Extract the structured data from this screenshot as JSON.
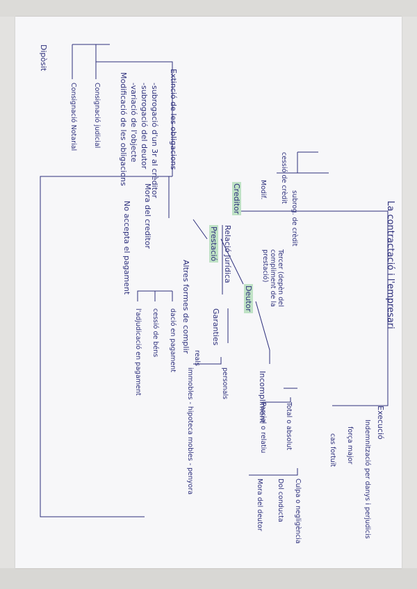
{
  "title": "La contractació i l'empresari",
  "deposit": {
    "label": "Dipòsit",
    "consignacio_judicial": "Consignació judicial",
    "consignacio_notarial": "Consignació Notarial"
  },
  "modificacio": {
    "heading": "Modificació de les obligacions",
    "items": [
      "-variació de l'objecte",
      "-subrogació del deutor",
      "-subrogació d'un 3r al crèditor"
    ],
    "extincio": "Extinció de les obligacions"
  },
  "cessio": {
    "cessio_credit": "cessió de crèdit",
    "subrog": "subrog. de crèdit",
    "modif": "Modif."
  },
  "creditor": "Creditor",
  "prestacio": "Prestació",
  "deutor": "Deutor",
  "relacio": "Relació Jurídica",
  "tercer": "Tercer (depèn del compliment de la prestació)",
  "mora_creditor": "Mora del creditor",
  "no_accepta": "No accepta el pagament",
  "altres_formes": "Altres formes de complir",
  "formes": [
    "dació en pagament",
    "cessió de béns",
    "l'adjudicació en pagament"
  ],
  "garanties": "Garanties",
  "garanties_items": {
    "personals": "personals",
    "reals": "reals",
    "reals_items": "immobles - hipoteca mobles - penyora"
  },
  "incompliment": "Incompliment",
  "incompliment_tipus": {
    "total": "Total o absolut",
    "parcial": "Parcial o relatiu"
  },
  "causes": {
    "culpa": "Culpa o negligència",
    "dol": "Dol conducta",
    "mora_deutor": "Mora del deutor"
  },
  "execucio": {
    "label": "Execució",
    "items": [
      "Indemnització per danys i perjudicis",
      "força major",
      "cas fortuït"
    ]
  }
}
